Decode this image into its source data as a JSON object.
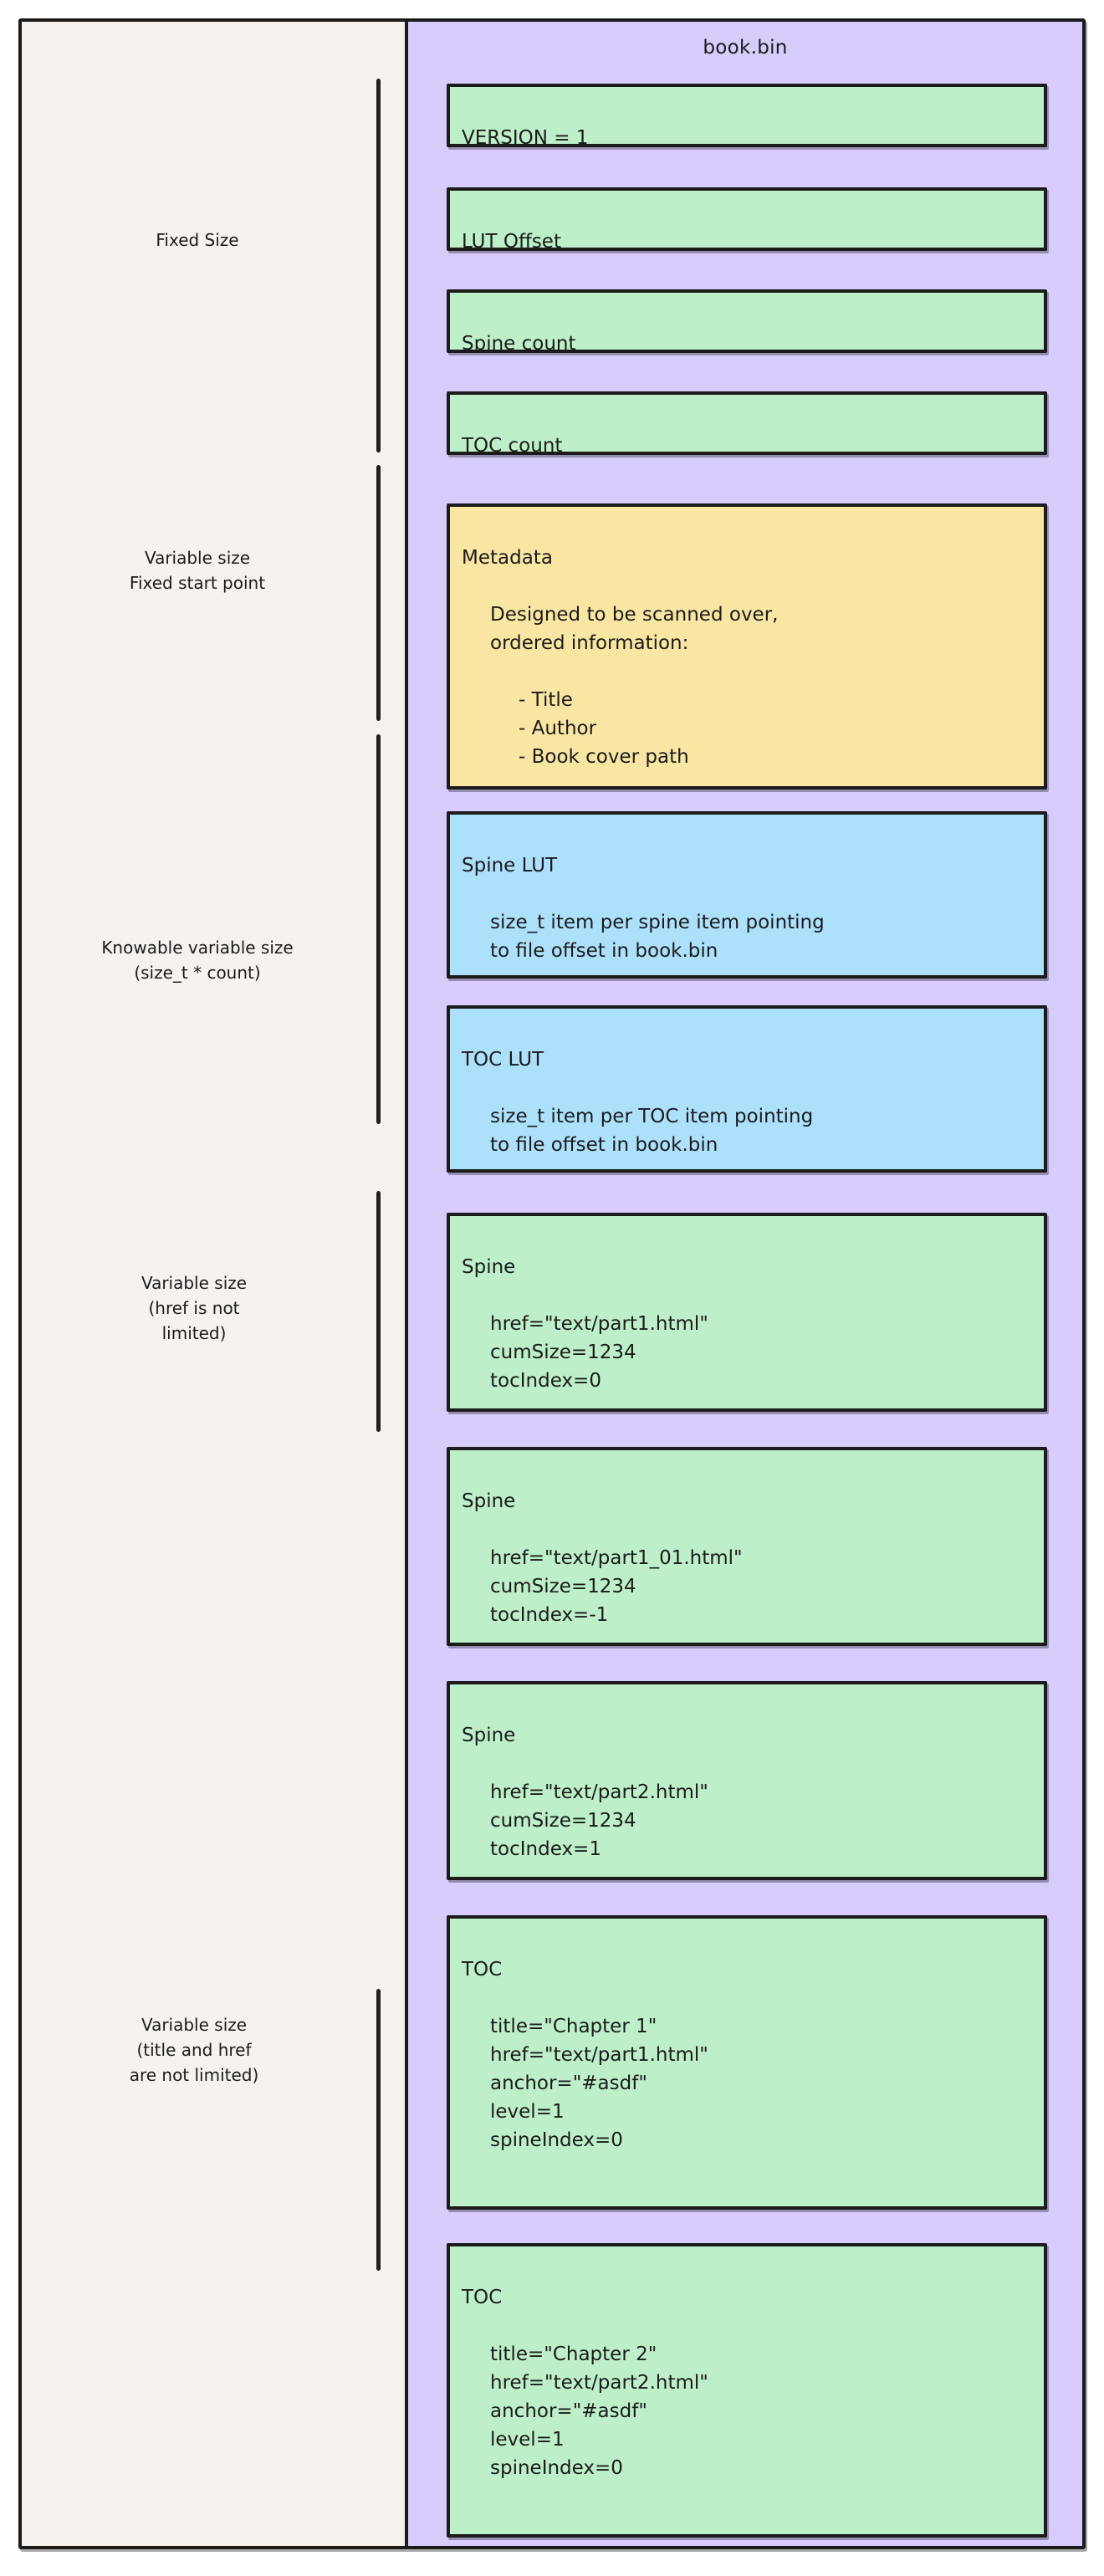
{
  "diagram": {
    "file_title": "book.bin",
    "colors": {
      "page_background": "#ffffff",
      "left_panel": "#f7f2ee",
      "file_panel": "#d7ccfb",
      "record_green": "#bdf0c8",
      "record_yellow": "#fae6a3",
      "record_blue": "#ace0fb",
      "stroke": "#1b1b1b"
    }
  },
  "annotations": [
    {
      "id": "fixed-size",
      "text": "Fixed Size"
    },
    {
      "id": "variable-fixed-start",
      "text": "Variable size\nFixed start point"
    },
    {
      "id": "knowable-variable",
      "text": "Knowable variable size\n(size_t * count)"
    },
    {
      "id": "variable-href",
      "text": "Variable size\n(href is not\nlimited)"
    },
    {
      "id": "variable-title-href",
      "text": "Variable size\n(title and href\nare not limited)"
    }
  ],
  "records": [
    {
      "id": "version",
      "color": "green",
      "head": "VERSION = 1",
      "body": "",
      "bullets": ""
    },
    {
      "id": "lut-offset",
      "color": "green",
      "head": "LUT Offset",
      "body": "",
      "bullets": ""
    },
    {
      "id": "spine-count",
      "color": "green",
      "head": "Spine count",
      "body": "",
      "bullets": ""
    },
    {
      "id": "toc-count",
      "color": "green",
      "head": "TOC count",
      "body": "",
      "bullets": ""
    },
    {
      "id": "metadata",
      "color": "yellow",
      "head": "Metadata",
      "body": "Designed to be scanned over,\nordered information:",
      "bullets": "- Title\n- Author\n- Book cover path"
    },
    {
      "id": "spine-lut",
      "color": "blue",
      "head": "Spine LUT",
      "body": "size_t item per spine item pointing\nto file offset in book.bin",
      "bullets": ""
    },
    {
      "id": "toc-lut",
      "color": "blue",
      "head": "TOC LUT",
      "body": "size_t item per TOC item pointing\nto file offset in book.bin",
      "bullets": ""
    },
    {
      "id": "spine-1",
      "color": "green",
      "head": "Spine",
      "body": "href=\"text/part1.html\"\ncumSize=1234\ntocIndex=0",
      "bullets": ""
    },
    {
      "id": "spine-2",
      "color": "green",
      "head": "Spine",
      "body": "href=\"text/part1_01.html\"\ncumSize=1234\ntocIndex=-1",
      "bullets": ""
    },
    {
      "id": "spine-3",
      "color": "green",
      "head": "Spine",
      "body": "href=\"text/part2.html\"\ncumSize=1234\ntocIndex=1",
      "bullets": ""
    },
    {
      "id": "toc-1",
      "color": "green",
      "head": "TOC",
      "body": "title=\"Chapter 1\"\nhref=\"text/part1.html\"\nanchor=\"#asdf\"\nlevel=1\nspineIndex=0",
      "bullets": ""
    },
    {
      "id": "toc-2",
      "color": "green",
      "head": "TOC",
      "body": "title=\"Chapter 2\"\nhref=\"text/part2.html\"\nanchor=\"#asdf\"\nlevel=1\nspineIndex=0",
      "bullets": ""
    }
  ]
}
